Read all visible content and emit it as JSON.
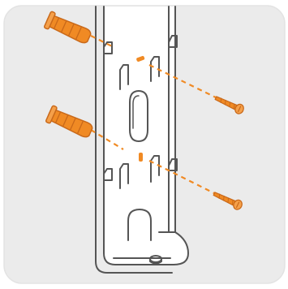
{
  "diagram": {
    "subject": "wall-mount-bracket-installation",
    "parts": {
      "bracket": {
        "name": "mounting-bracket",
        "color": "#555555",
        "fill": "#ffffff"
      },
      "anchors": {
        "name": "wall-anchor",
        "count": 2,
        "color": "#f08a24",
        "outline": "#c9691a"
      },
      "screws": {
        "name": "screw",
        "count": 2,
        "color": "#f08a24",
        "outline": "#c9691a"
      },
      "guides": {
        "name": "alignment-guide",
        "count": 4,
        "style": "dashed",
        "color": "#f08a24"
      }
    },
    "background": {
      "panel": "#ebebeb",
      "border": "#e0e0e0",
      "page": "#ffffff"
    }
  }
}
